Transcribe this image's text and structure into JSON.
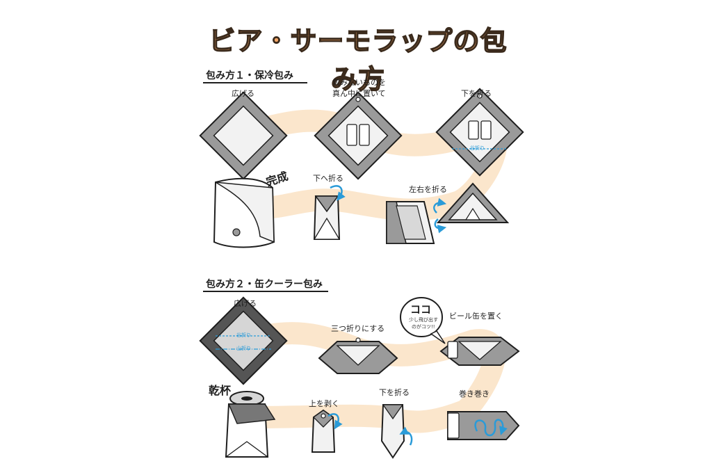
{
  "title": "ビア・サーモラップの包み方",
  "colors": {
    "accent": "#f2a566",
    "path": "#fbe6cc",
    "frame": "#9a9a9a",
    "inner": "#f2f2f2",
    "arrow": "#2a9bd8",
    "ink": "#1e1e1e"
  },
  "section1": {
    "heading": "包み方１・保冷包み",
    "steps": {
      "spread": "広げる",
      "place_line1": "包みたいものを",
      "place_line2": "真ん中に置いて",
      "fold_bottom": "下を折る",
      "valley": "谷折り",
      "fold_sides": "左右を折る",
      "fold_down": "下へ折る",
      "done": "完成"
    }
  },
  "section2": {
    "heading": "包み方２・缶クーラー包み",
    "steps": {
      "spread": "広げる",
      "valley": "谷折り",
      "mountain": "山折り",
      "trifold": "三つ折りにする",
      "place_can": "ビール缶を置く",
      "koko": "ココ",
      "tip_line1": "少し飛び出す",
      "tip_line2": "のがコツ!!",
      "roll": "巻き巻き",
      "fold_bottom": "下を折る",
      "peel_top": "上を剥く",
      "cheers": "乾杯"
    }
  }
}
